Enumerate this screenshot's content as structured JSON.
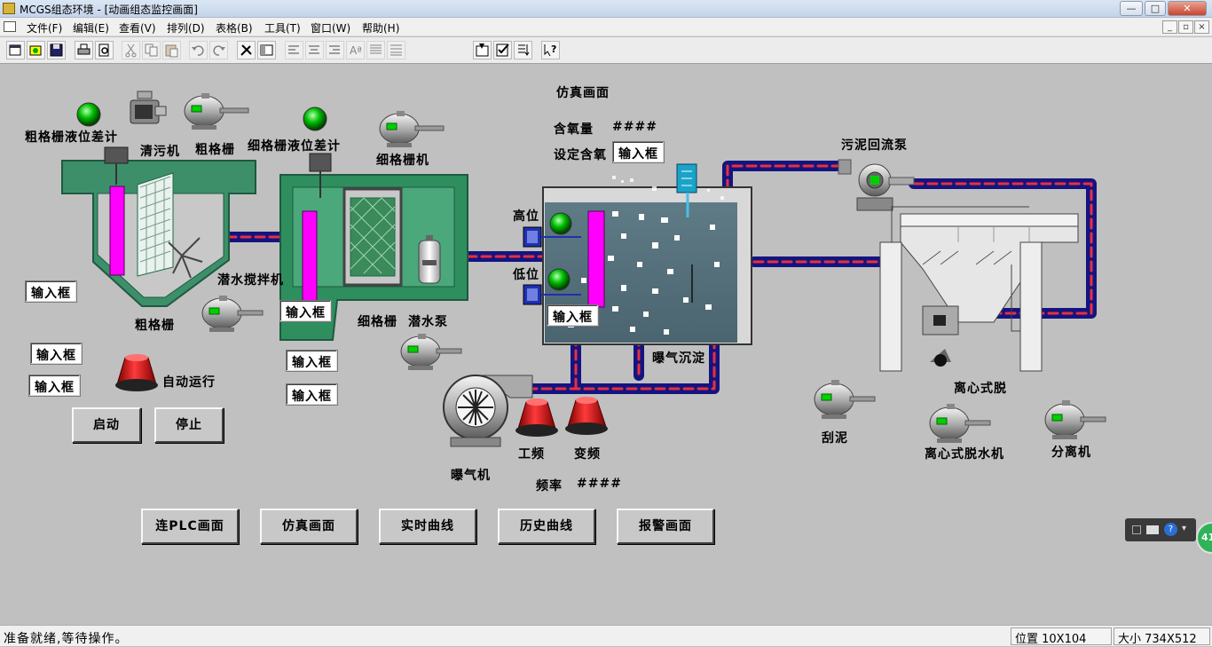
{
  "window": {
    "title": "MCGS组态环境 - [动画组态监控画面]",
    "min_label": "—",
    "max_label": "□",
    "close_label": "✕",
    "mdi_min": "_",
    "mdi_restore": "▫",
    "mdi_close": "×"
  },
  "menu": [
    "文件(F)",
    "编辑(E)",
    "查看(V)",
    "排列(D)",
    "表格(B)",
    "工具(T)",
    "窗口(W)",
    "帮助(H)"
  ],
  "toolbar": {
    "icons": [
      "new-window-icon",
      "open-window-icon",
      "save-icon",
      "print-icon",
      "print-preview-icon",
      "cut-icon",
      "copy-icon",
      "paste-icon",
      "undo-icon",
      "redo-icon",
      "toolbox-icon",
      "window-properties-icon",
      "align-left-icon",
      "align-center-icon",
      "align-right-icon",
      "font-size-icon",
      "text-lines-icon",
      "justify-icon",
      "object-properties-icon",
      "check-icon",
      "sort-icon",
      "help-pointer-icon"
    ]
  },
  "canvas": {
    "simulation_title": "仿真画面",
    "oxygen_label": "含氧量",
    "oxygen_value": "####",
    "set_oxygen_label": "设定含氧",
    "coarse_level_meter": "粗格栅液位差计",
    "cleaner": "清污机",
    "coarse_grille_motor": "粗格栅",
    "fine_level_meter": "细格栅液位差计",
    "fine_grille_machine": "细格栅机",
    "sludge_pump": "污泥回流泵",
    "high_level": "高位",
    "low_level": "低位",
    "submersible_mixer": "潜水搅拌机",
    "coarse_grille": "粗格栅",
    "fine_grille": "细格栅",
    "submersible_pump": "潜水泵",
    "auto_run": "自动运行",
    "aeration_tank": "曝气沉淀",
    "centrifugal_dehydrator": "离心式脱",
    "scraper": "刮泥",
    "centrifuge_machine": "离心式脱水机",
    "separator": "分离机",
    "power_freq": "工频",
    "var_freq": "变频",
    "aerator": "曝气机",
    "frequency_label": "频率",
    "frequency_value": "####",
    "input_box": "输入框",
    "start_button": "启动",
    "stop_button": "停止"
  },
  "nav_buttons": [
    "连PLC画面",
    "仿真画面",
    "实时曲线",
    "历史曲线",
    "报警画面"
  ],
  "statusbar": {
    "message": "准备就绪,等待操作。",
    "position": "位置 10X104",
    "size": "大小 734X512"
  },
  "ime_badge": "41",
  "colors": {
    "tank_green": "#2e8b57",
    "pipe_blue": "#1a1a8c",
    "pipe_dash": "#e0303a",
    "indicator_green": "#00c000",
    "lamp_red": "#e01010",
    "level_magenta": "#ff00ff"
  }
}
